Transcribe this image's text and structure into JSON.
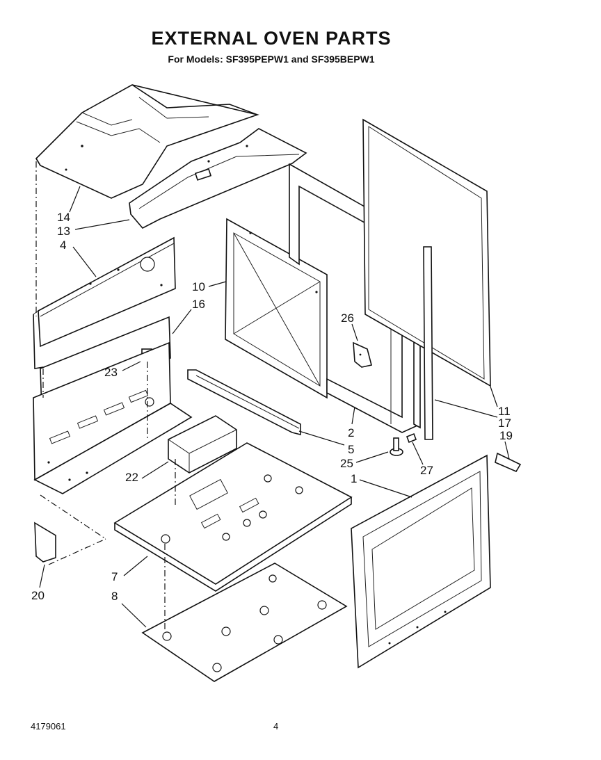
{
  "header": {
    "title": "EXTERNAL OVEN PARTS",
    "subtitle": "For Models: SF395PEPW1 and SF395BEPW1"
  },
  "footer": {
    "part_number": "4179061",
    "page_number": "4"
  },
  "callouts": {
    "c14": "14",
    "c13": "13",
    "c4": "4",
    "c10": "10",
    "c16": "16",
    "c26": "26",
    "c23": "23",
    "c11": "11",
    "c17": "17",
    "c2": "2",
    "c5": "5",
    "c19": "19",
    "c25": "25",
    "c27": "27",
    "c1": "1",
    "c22": "22",
    "c7": "7",
    "c8": "8",
    "c20": "20"
  }
}
